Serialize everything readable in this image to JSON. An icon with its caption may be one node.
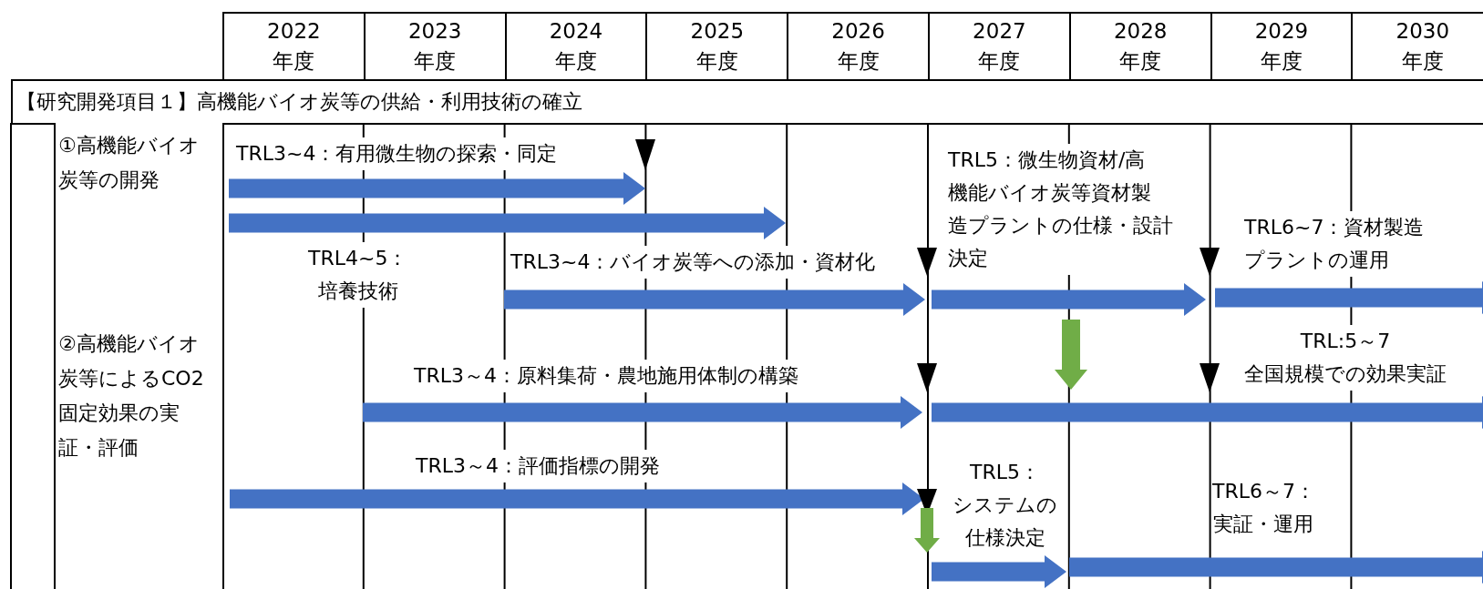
{
  "diagram": {
    "nodes": [
      {
        "text": [
          "2022年度"
        ]
      },
      {
        "text": [
          "2023年度"
        ]
      },
      {
        "text": [
          "2024年度"
        ]
      },
      {
        "text": [
          "2025年度"
        ]
      },
      {
        "text": [
          "2026年度"
        ]
      },
      {
        "text": [
          "2027年度"
        ]
      },
      {
        "text": [
          "2028年度"
        ]
      },
      {
        "text": [
          "2029年度"
        ]
      },
      {
        "text": [
          "2030年度"
        ]
      },
      {
        "text": [
          "【研究開発項目１】高機能バイオ炭等の供給・利用技術の確立"
        ]
      },
      {
        "text": [
          "①高機能バイオ炭等の開発",
          "②高機能バイオ炭等によるCO2固定効果の実証・評価"
        ]
      }
    ],
    "labels": [
      "TRL3~4：有用微生物の探索・同定",
      "TRL5：微生物資材/高機能バイオ炭等資材製造プラントの仕様・設計決定",
      "TRL6~7：資材製造プラントの運用",
      "TRL4~5：培養技術",
      "TRL3~4：バイオ炭等への添加・資材化",
      "TRL:5～7全国規模での効果実証",
      "TRL3～4：原料集荷・農地施用体制の構築",
      "TRL3～4：評価指標の開発",
      "TRL5：システムの仕様決定",
      "TRL6～7：実証・運用"
    ]
  }
}
